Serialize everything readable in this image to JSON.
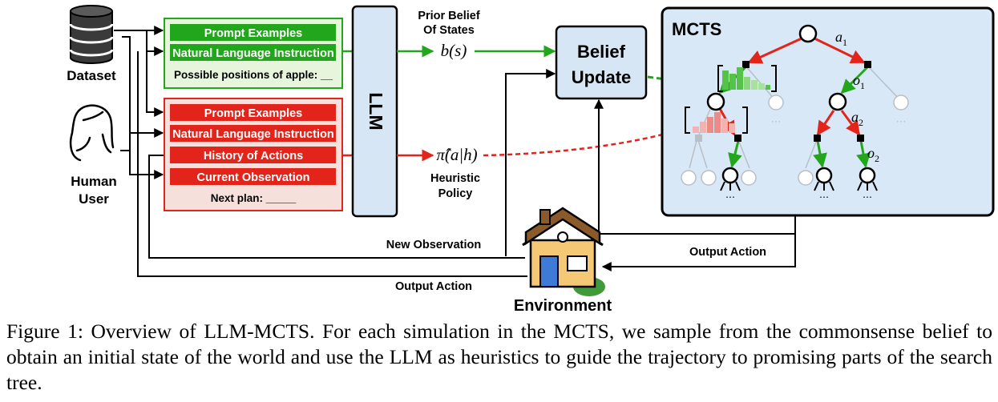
{
  "sources": {
    "dataset_label": "Dataset",
    "human_label_line1": "Human",
    "human_label_line2": "User"
  },
  "green_prompt": {
    "header1": "Prompt Examples",
    "header2": "Natural Language Instruction",
    "fill_line": "Possible positions of apple: __"
  },
  "red_prompt": {
    "row1": "Prompt Examples",
    "row2": "Natural Language Instruction",
    "row3": "History of Actions",
    "row4": "Current Observation",
    "fill_line": "Next plan: _____"
  },
  "llm": {
    "label": "LLM"
  },
  "belief": {
    "prior_line1": "Prior Belief",
    "prior_line2": "Of States",
    "symbol": "b(s)",
    "box_line1": "Belief",
    "box_line2": "Update"
  },
  "heuristic": {
    "symbol": "π̂(a|h)",
    "label_line1": "Heuristic",
    "label_line2": "Policy"
  },
  "mcts": {
    "title": "MCTS",
    "a1": "a",
    "a1_sub": "1",
    "o1": "o",
    "o1_sub": "1",
    "a2": "a",
    "a2_sub": "2",
    "o2": "o",
    "o2_sub": "2"
  },
  "environment": {
    "label": "Environment",
    "new_observation": "New Observation",
    "output_action_right": "Output Action",
    "output_action_bottom": "Output Action"
  },
  "caption": "Figure 1: Overview of LLM-MCTS. For each simulation in the MCTS, we sample from the commonsense belief to obtain an initial state of the world and use the LLM as heuristics to guide the trajectory to promising parts of the search tree.",
  "colors": {
    "green_dark": "#22a61c",
    "green_light": "#e7f5dc",
    "red_dark": "#e2241b",
    "red_light": "#f5e0dc",
    "llm_fill": "#d7e6f4",
    "mcts_fill": "#d8e8f6"
  }
}
